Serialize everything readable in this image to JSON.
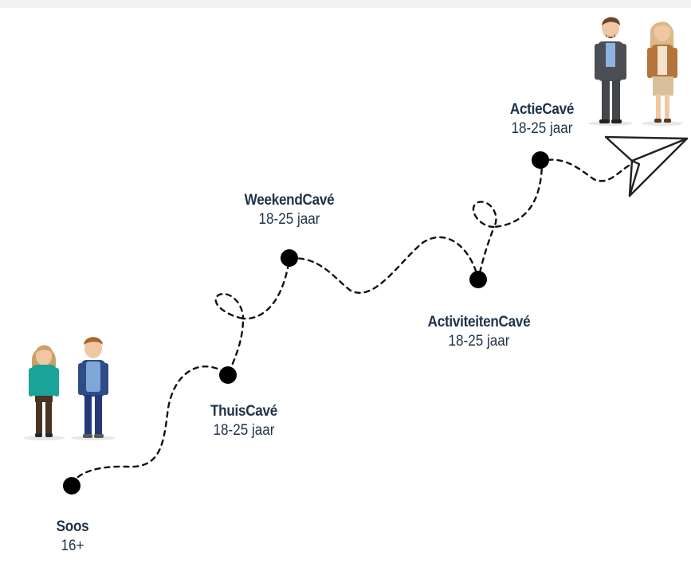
{
  "stages": [
    {
      "name": "Soos",
      "age": "16+"
    },
    {
      "name": "ThuisCavé",
      "age": "18-25 jaar"
    },
    {
      "name": "WeekendCavé",
      "age": "18-25 jaar"
    },
    {
      "name": "ActiviteitenCavé",
      "age": "18-25 jaar"
    },
    {
      "name": "ActieCavé",
      "age": "18-25 jaar"
    }
  ],
  "colors": {
    "text": "#1e3348",
    "path": "#111111",
    "dot": "#000000",
    "paper_plane": "#222222"
  },
  "icons": [
    "young-people-figures",
    "adult-people-figures",
    "paper-plane-icon"
  ]
}
